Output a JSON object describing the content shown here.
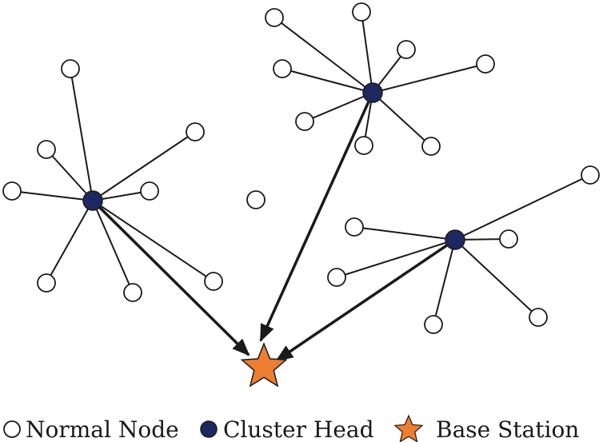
{
  "colors": {
    "cluster_head": "#1c2961",
    "base_station": "#ed7d31",
    "link": "#1a1a1a",
    "normal_node_fill": "#ffffff"
  },
  "legend": {
    "normal_node": "Normal Node",
    "cluster_head": "Cluster Head",
    "base_station": "Base Station"
  }
}
